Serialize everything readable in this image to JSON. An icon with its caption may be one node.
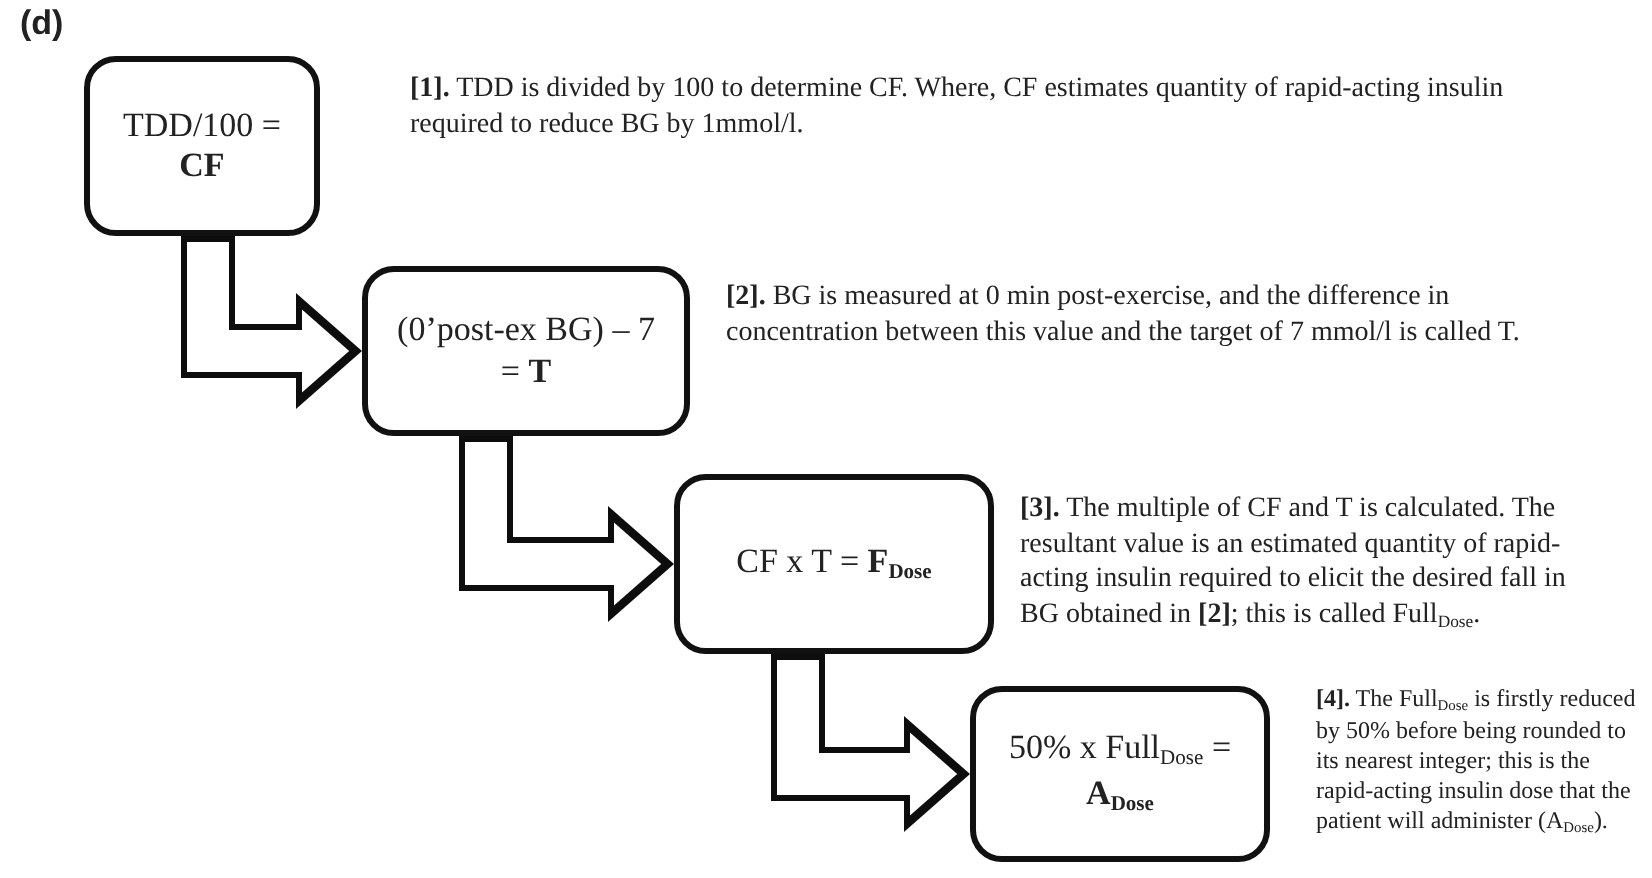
{
  "diagram": {
    "nodes": [
      {
        "text": [
          "TDD/100 = **CF**"
        ],
        "beside": [
          "**[1].** TDD is divided by 100 to determine CF. Where, CF estimates quantity of rapid-acting insulin required to reduce BG by 1mmol/l."
        ]
      },
      {
        "text": [
          "(0’post-ex BG) – 7 = **T**"
        ],
        "beside": [
          "**[2].** BG is measured at 0 min post-exercise, and the difference in concentration between this value and the target of 7 mmol/l is called T."
        ]
      },
      {
        "text": [
          "CF x T = **F$_{Dose}$**"
        ],
        "beside": [
          "**[3].** The multiple of CF and T is calculated. The resultant value is an estimated quantity of rapid-acting insulin required to elicit the desired fall in BG obtained in **[2]**; this is called Full$_{Dose}$."
        ]
      },
      {
        "text": [
          "50% x Full$_{Dose}$ = **A$_{Dose}$**"
        ],
        "beside": [
          "**[4].** The Full$_{Dose}$ is firstly reduced by 50% before being rounded to its nearest integer; this is the rapid-acting insulin dose that the patient will administer (A$_{Dose}$)."
        ]
      }
    ],
    "edges": [
      {
        "from": 0,
        "to": 1,
        "arrow": "to"
      },
      {
        "from": 1,
        "to": 2,
        "arrow": "to"
      },
      {
        "from": 2,
        "to": 3,
        "arrow": "to"
      }
    ],
    "labels": [
      "(d)"
    ]
  }
}
